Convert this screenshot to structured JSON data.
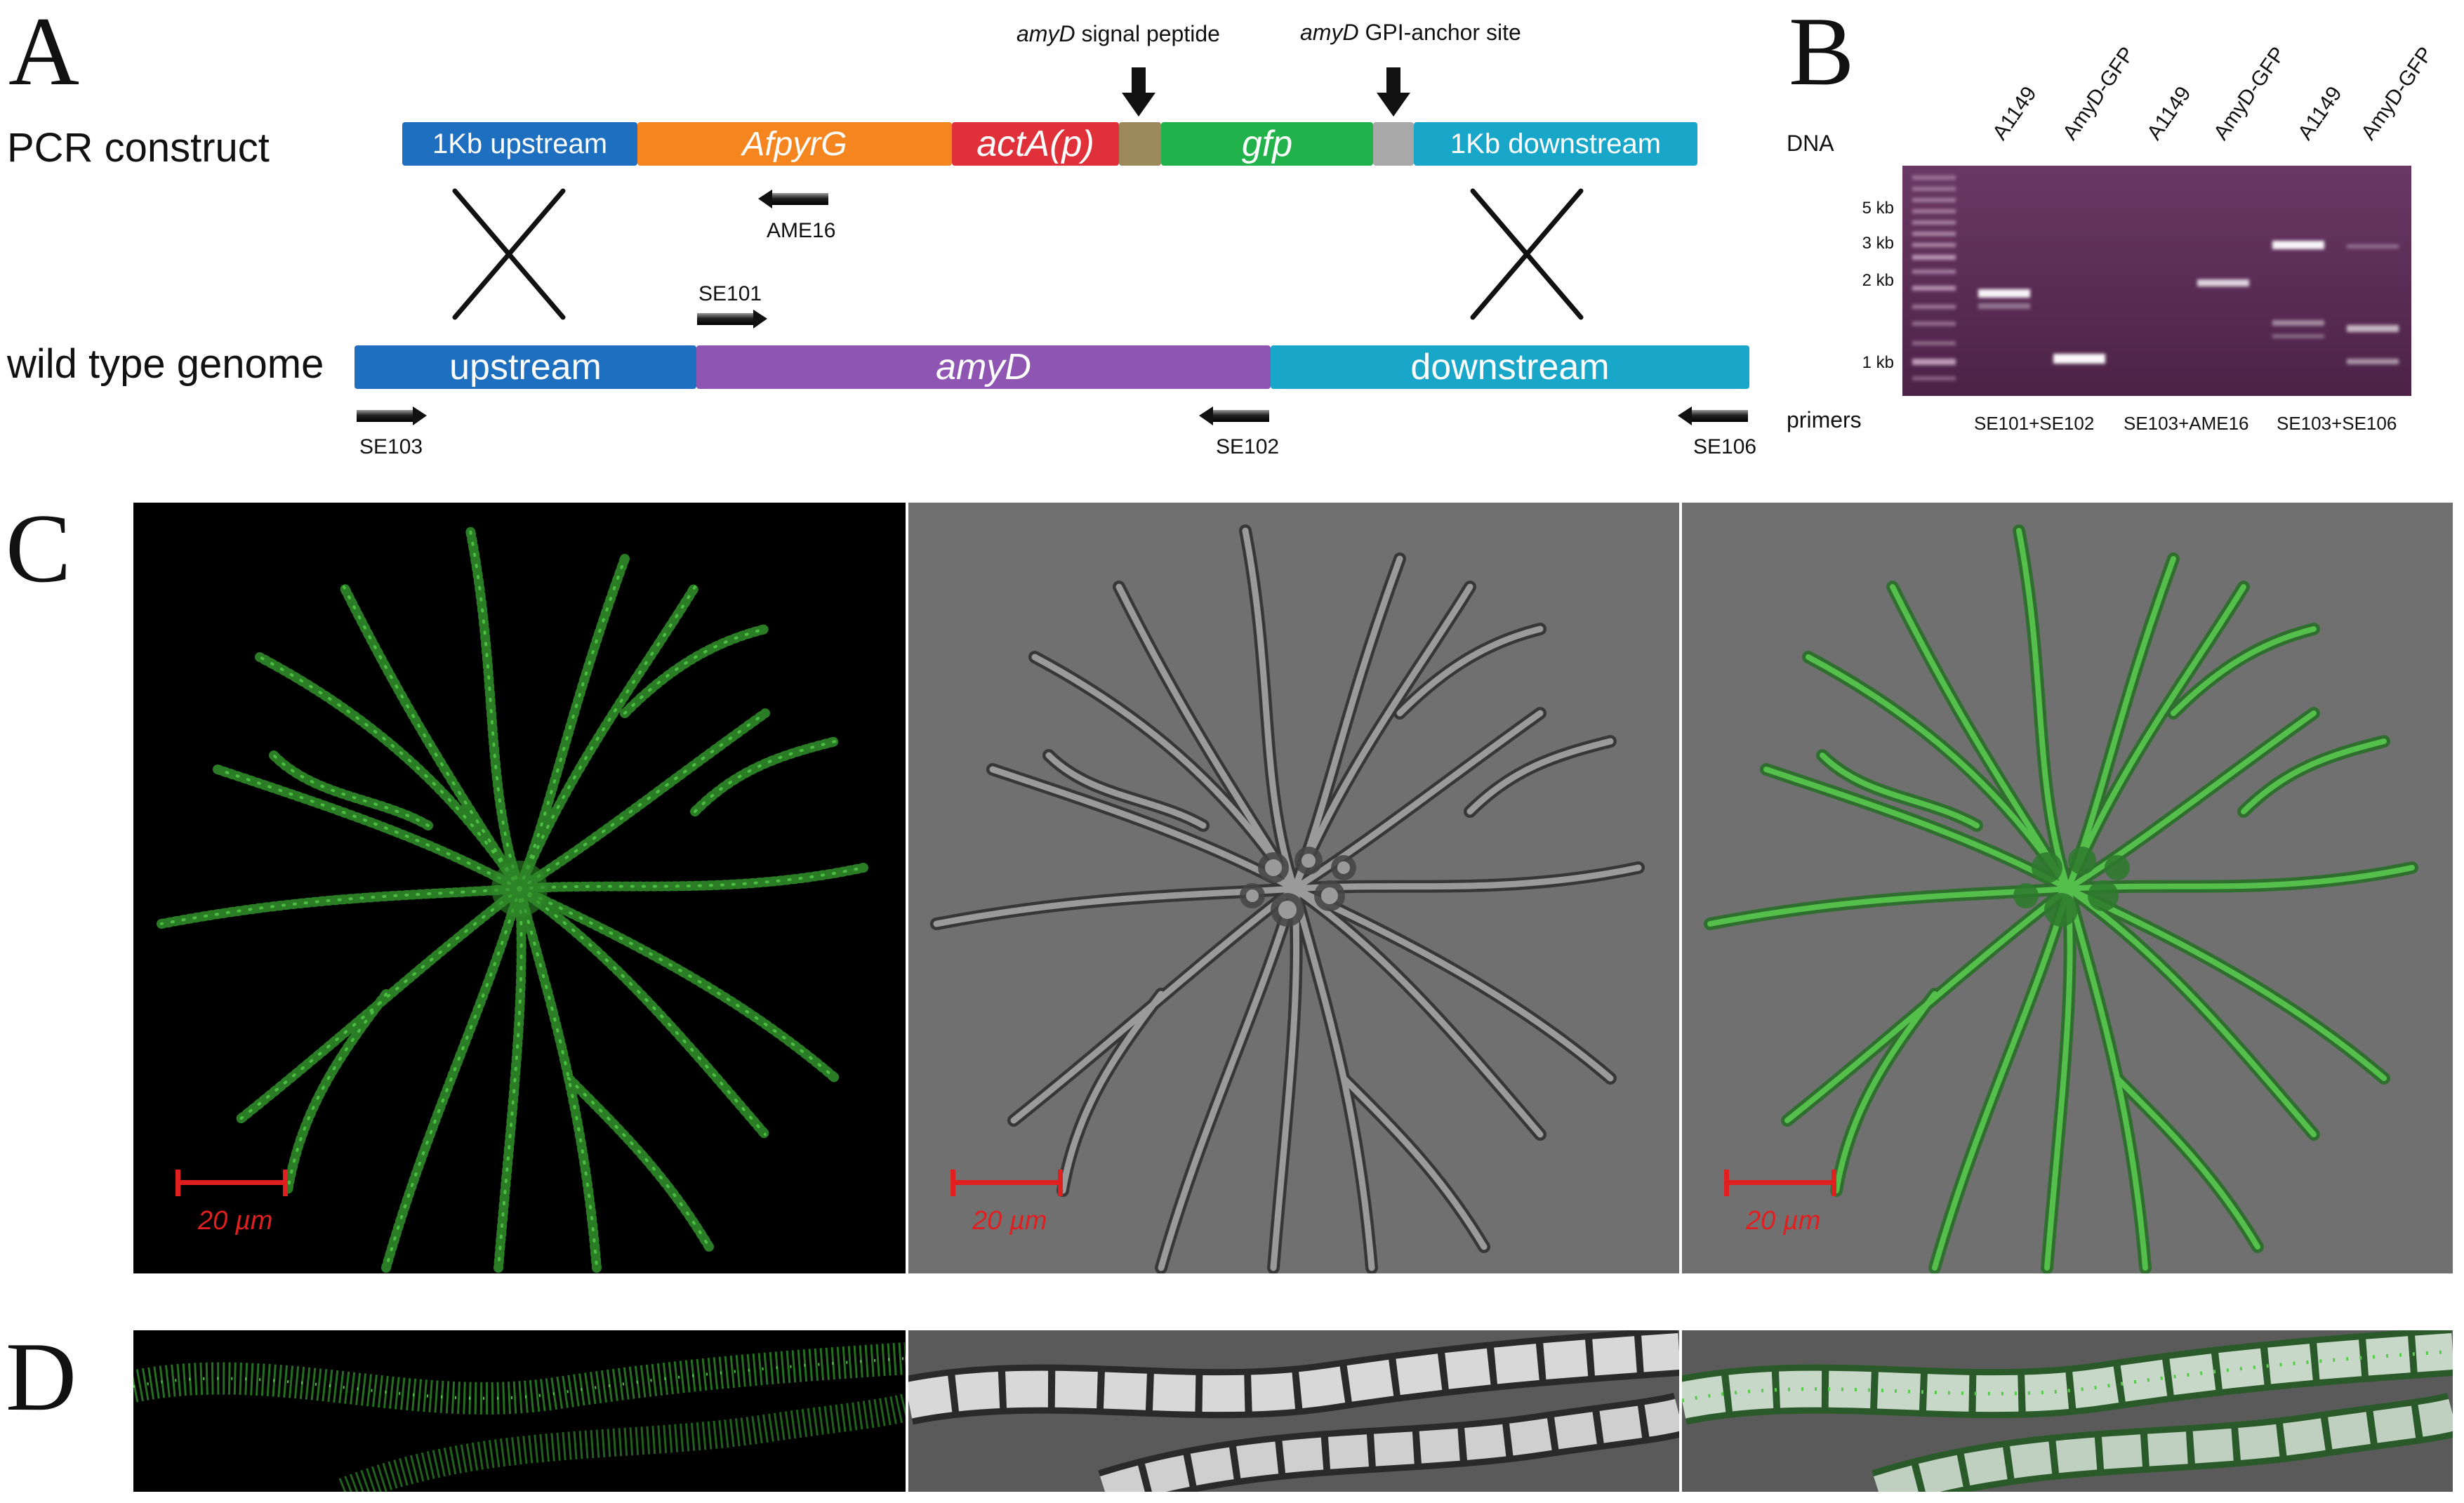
{
  "panels": {
    "A": "A",
    "B": "B",
    "C": "C",
    "D": "D"
  },
  "panel_a": {
    "construct_label": "PCR construct",
    "genome_label": "wild type genome",
    "construct_segments": [
      {
        "label": "1Kb upstream",
        "color": "#1e6fc0",
        "italic": false
      },
      {
        "label": "AfpyrG",
        "color": "#f5851f",
        "italic": true
      },
      {
        "label": "actA(p)",
        "color": "#e0303a",
        "italic": true
      },
      {
        "label": "",
        "color": "#9c8a5a",
        "italic": false
      },
      {
        "label": "gfp",
        "color": "#21b24b",
        "italic": true
      },
      {
        "label": "",
        "color": "#a8a8a8",
        "italic": false
      },
      {
        "label": "1Kb downstream",
        "color": "#19a7c9",
        "italic": false
      }
    ],
    "genome_segments": [
      {
        "label": "upstream",
        "color": "#1e6fc0",
        "italic": false
      },
      {
        "label": "amyD",
        "color": "#8e55b3",
        "italic": true
      },
      {
        "label": "downstream",
        "color": "#19a7c9",
        "italic": false
      }
    ],
    "callouts": {
      "signal_peptide_gene": "amyD",
      "signal_peptide_text": " signal peptide",
      "gpi_gene": "amyD",
      "gpi_text": " GPI-anchor site"
    },
    "primers": {
      "ame16": "AME16",
      "se101": "SE101",
      "se103": "SE103",
      "se102": "SE102",
      "se106": "SE106"
    }
  },
  "panel_b": {
    "dna_label": "DNA",
    "primers_label": "primers",
    "lanes": [
      "A1149",
      "AmyD-GFP",
      "A1149",
      "AmyD-GFP",
      "A1149",
      "AmyD-GFP"
    ],
    "size_markers": [
      "5 kb",
      "3 kb",
      "2 kb",
      "1 kb"
    ],
    "primer_pairs": [
      "SE101+SE102",
      "SE103+AME16",
      "SE103+SE106"
    ],
    "gel_color": "#5a2c55"
  },
  "panel_c": {
    "scale_bars": [
      "20 µm",
      "20 µm",
      "20 µm"
    ]
  }
}
